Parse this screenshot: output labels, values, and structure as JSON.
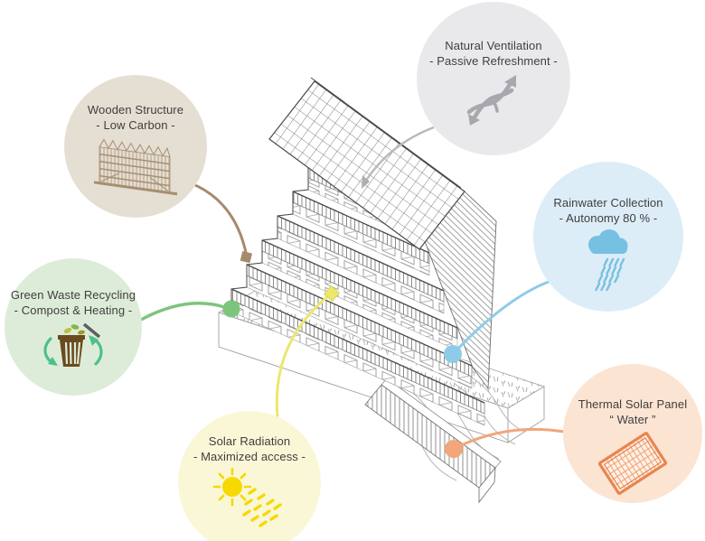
{
  "bubbles": [
    {
      "id": "natural-ventilation",
      "line1": "Natural Ventilation",
      "line2": "- Passive Refreshment -",
      "bg": "#e9e9ec",
      "icon": "wind-crossed-arrows-icon",
      "icon_color": "#a7a7ae"
    },
    {
      "id": "wooden-structure",
      "line1": "Wooden Structure",
      "line2": "- Low Carbon -",
      "bg": "#e5ded3",
      "icon": "timber-frame-icon",
      "icon_color": "#a68e70"
    },
    {
      "id": "rainwater-collection",
      "line1": "Rainwater Collection",
      "line2": "- Autonomy 80 % -",
      "bg": "#dcedf7",
      "icon": "rain-cloud-icon",
      "icon_color": "#76c0e2"
    },
    {
      "id": "green-waste-recycling",
      "line1": "Green Waste Recycling",
      "line2": "- Compost & Heating -",
      "bg": "#ddecd8",
      "icon": "compost-bin-icon",
      "icon_color": "#4fbf8a"
    },
    {
      "id": "solar-radiation",
      "line1": "Solar Radiation",
      "line2": "- Maximized access -",
      "bg": "#faf7d7",
      "icon": "sun-icon",
      "icon_color": "#f7d800"
    },
    {
      "id": "thermal-solar-panel",
      "line1": "Thermal Solar Panel",
      "line2": "“ Water ”",
      "bg": "#fce4d3",
      "icon": "solar-panel-icon",
      "icon_color": "#e8854f"
    }
  ],
  "connectors": [
    {
      "target": "natural-ventilation",
      "color": "#b9b9bd",
      "end_marker": "arrow"
    },
    {
      "target": "wooden-structure",
      "color": "#a58a6c",
      "end_marker": "square"
    },
    {
      "target": "rainwater-collection",
      "color": "#8ecbe9",
      "end_marker": "dot"
    },
    {
      "target": "green-waste-recycling",
      "color": "#7cc57d",
      "end_marker": "dot"
    },
    {
      "target": "solar-radiation",
      "color": "#ece76e",
      "end_marker": "diamond"
    },
    {
      "target": "thermal-solar-panel",
      "color": "#f2a679",
      "end_marker": "dot"
    }
  ],
  "center_drawing": {
    "description": "Axonometric line drawing of a terraced timber building with a large pitched roof, planted podium base and sloped access ramp"
  }
}
